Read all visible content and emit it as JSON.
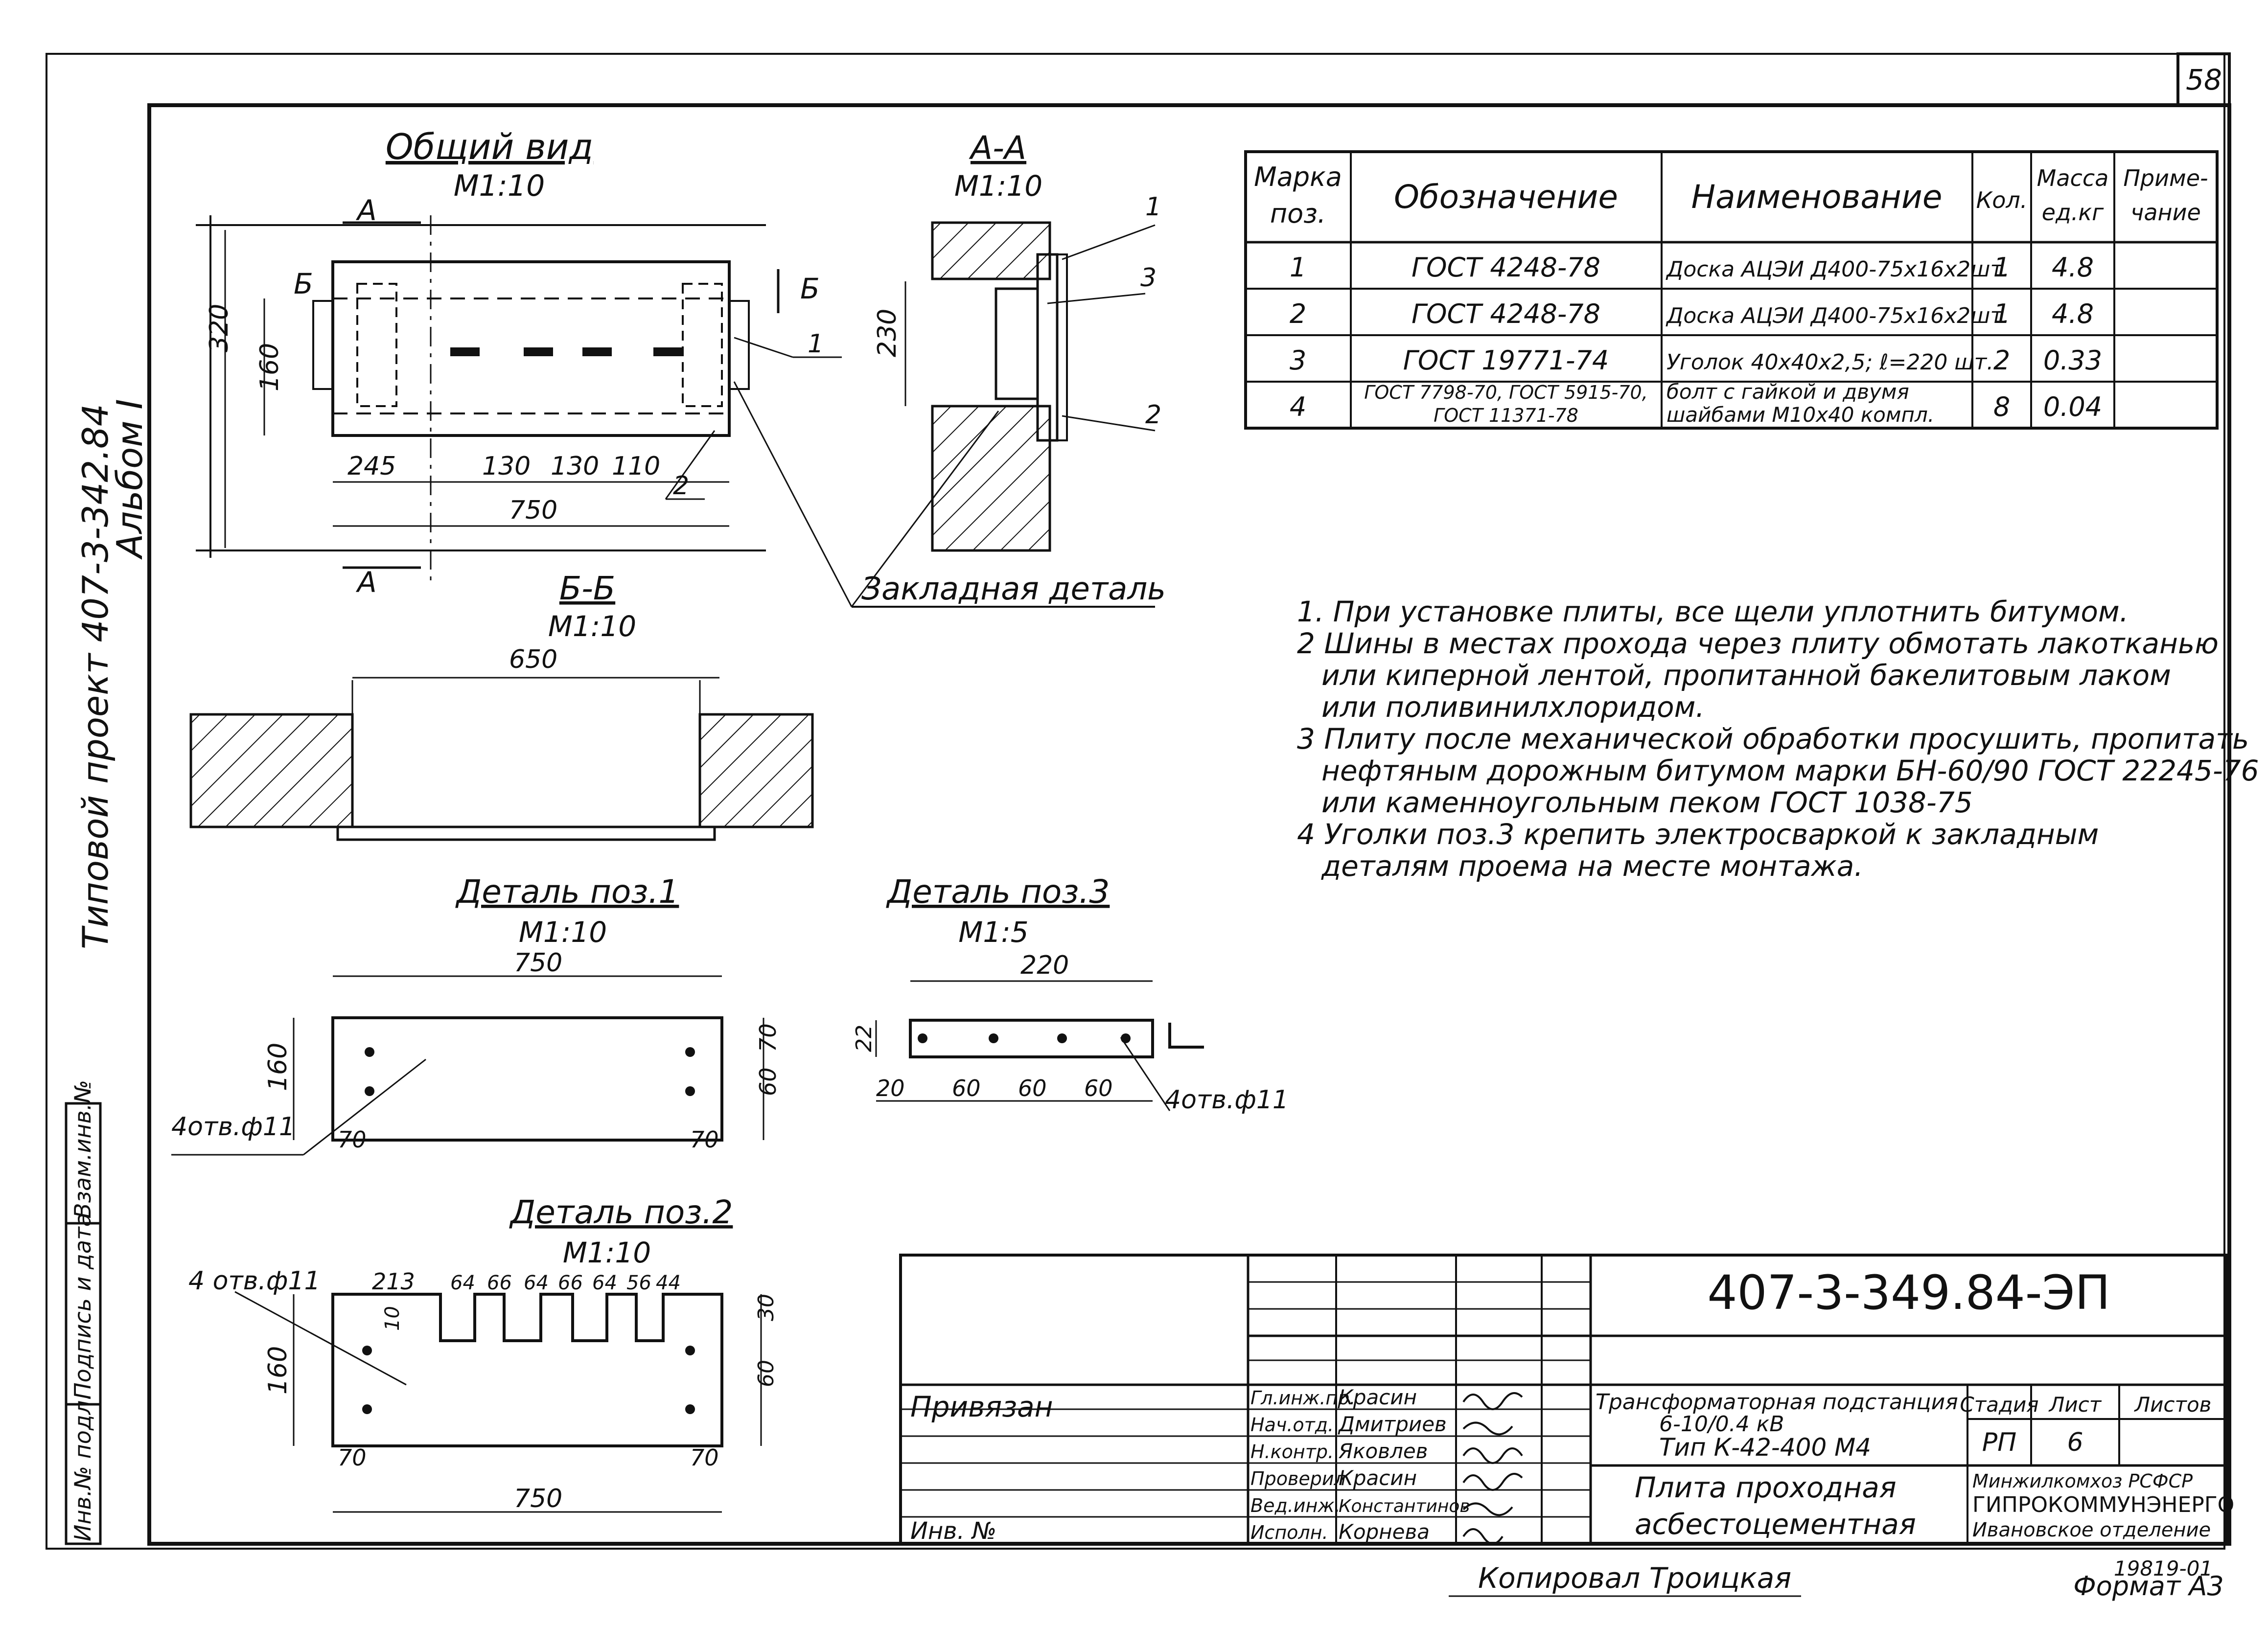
{
  "sheet": {
    "page_number": "58",
    "side_title": "Типовой проект 407-3-342.84",
    "side_album": "Альбом I"
  },
  "views": {
    "general": {
      "title": "Общий вид",
      "scale": "М1:10",
      "section_a": "А",
      "section_b": "Б",
      "dims": {
        "d320": "320",
        "d160": "160",
        "d245": "245",
        "d130a": "130",
        "d130b": "130",
        "d110": "110",
        "d750": "750"
      },
      "callouts": {
        "c1": "1",
        "c2": "2"
      }
    },
    "aa": {
      "title": "А-А",
      "scale": "М1:10",
      "dim": "230",
      "callouts": {
        "c1": "1",
        "c2": "2",
        "c3": "3"
      }
    },
    "embedded_detail": "Закладная деталь",
    "bb": {
      "title": "Б-Б",
      "scale": "М1:10",
      "dim": "650"
    },
    "detail1": {
      "title": "Деталь поз.1",
      "scale": "М1:10",
      "d750": "750",
      "d160": "160",
      "d70r": "70",
      "d60r": "60",
      "d70bl": "70",
      "d70br": "70",
      "holes": "4отв.ф11"
    },
    "detail3": {
      "title": "Деталь поз.3",
      "scale": "М1:5",
      "d220": "220",
      "d22": "22",
      "d20": "20",
      "d60a": "60",
      "d60b": "60",
      "d60c": "60",
      "holes": "4отв.ф11"
    },
    "detail2": {
      "title": "Деталь поз.2",
      "scale": "М1:10",
      "holes": "4 отв.ф11",
      "top_dims": [
        "213",
        "64",
        "66",
        "64",
        "66",
        "64",
        "56",
        "44"
      ],
      "d10": "10",
      "d160": "160",
      "d30": "30",
      "d60": "60",
      "d70l": "70",
      "d70r": "70",
      "d750": "750"
    }
  },
  "spec_table": {
    "headers": {
      "mark_line1": "Марка",
      "mark_line2": "поз.",
      "designation": "Обозначение",
      "name": "Наименование",
      "qty": "Кол.",
      "mass_line1": "Масса",
      "mass_line2": "ед.кг",
      "note_line1": "Приме-",
      "note_line2": "чание"
    },
    "rows": [
      {
        "mark": "1",
        "designation": "ГОСТ 4248-78",
        "name": "Доска АЦЭИ Д400-75х16х2шт.",
        "qty": "1",
        "mass": "4.8",
        "note": ""
      },
      {
        "mark": "2",
        "designation": "ГОСТ 4248-78",
        "name": "Доска АЦЭИ Д400-75х16х2шт.",
        "qty": "1",
        "mass": "4.8",
        "note": ""
      },
      {
        "mark": "3",
        "designation": "ГОСТ 19771-74",
        "name": "Уголок 40х40х2,5; ℓ=220 шт.",
        "qty": "2",
        "mass": "0.33",
        "note": ""
      },
      {
        "mark": "4",
        "designation_l1": "ГОСТ 7798-70, ГОСТ 5915-70,",
        "designation_l2": "ГОСТ 11371-78",
        "name_l1": "болт с гайкой и двумя",
        "name_l2": "шайбами М10х40 компл.",
        "qty": "8",
        "mass": "0.04",
        "note": ""
      }
    ]
  },
  "notes": [
    "1. При установке плиты, все щели уплотнить битумом.",
    "2 Шины в местах прохода через плиту обмотать лакотканью",
    "или киперной лентой, пропитанной бакелитовым лаком",
    "или поливинилхлоридом.",
    "3 Плиту после механической обработки просушить, пропитать",
    "нефтяным дорожным битумом марки БН-60/90 ГОСТ 22245-76",
    "или каменноугольным пеком ГОСТ 1038-75",
    "4 Уголки поз.3 крепить электросваркой к закладным",
    "деталям проема на месте монтажа."
  ],
  "side_stamp": {
    "inv": "Инв.№ подл.",
    "sign": "Подпись и дата",
    "replace": "Взам.инв.№"
  },
  "title_block": {
    "doc_number": "407-3-349.84-ЭП",
    "bound_label": "Привязан",
    "inv_label": "Инв. №",
    "roles": [
      "Гл.инж.пр.",
      "Нач.отд.",
      "Н.контр.",
      "Проверил",
      "Вед.инж.",
      "Исполн."
    ],
    "names": [
      "Красин",
      "Дмитриев",
      "Яковлев",
      "Красин",
      "Константинов",
      "Корнева"
    ],
    "project_l1": "Трансформаторная подстанция",
    "project_l2": "6-10/0.4 кВ",
    "project_l3": "Тип К-42-400 М4",
    "sheet_title_l1": "Плита проходная",
    "sheet_title_l2": "асбестоцементная",
    "stage_label": "Стадия",
    "sheet_label": "Лист",
    "sheets_label": "Листов",
    "stage": "РП",
    "sheet": "6",
    "org_l1": "Минжилкомхоз РСФСР",
    "org_l2": "ГИПРОКОММУНЭНЕРГО",
    "org_l3": "Ивановское отделение"
  },
  "footer": {
    "copied": "Копировал Троицкая",
    "number": "19819-01",
    "format": "Формат А3"
  }
}
